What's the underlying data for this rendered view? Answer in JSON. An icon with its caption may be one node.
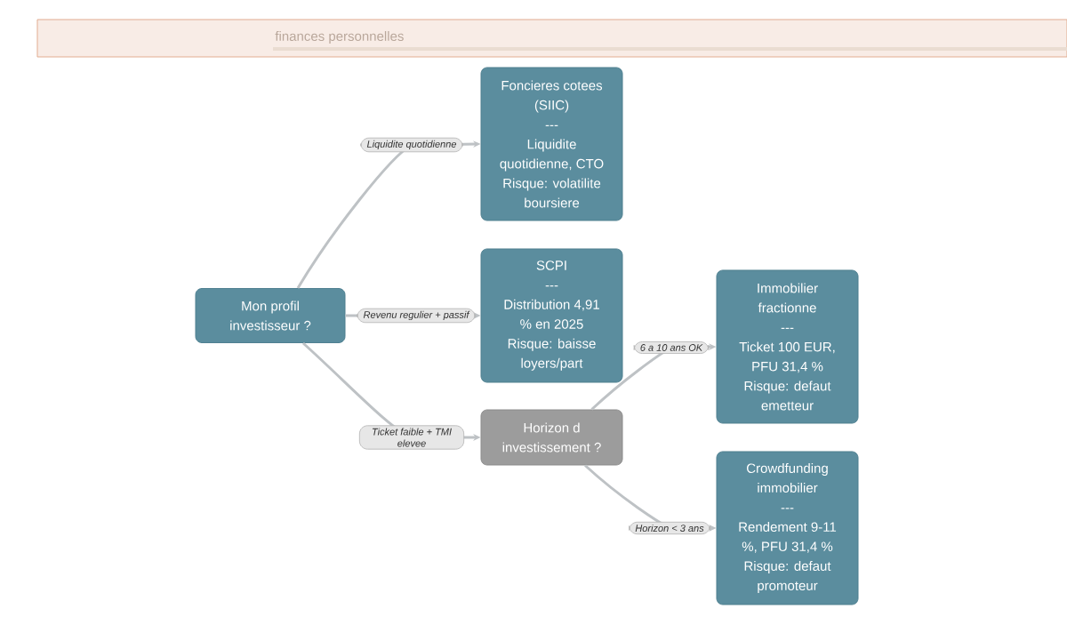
{
  "diagram": {
    "nodes": [
      {
        "text": [
          "Mon profil investisseur ?"
        ]
      },
      {
        "text": [
          "Foncieres cotees (SIIC)",
          "---",
          "Liquidite quotidienne, CTO",
          "Risque: volatilite boursiere"
        ]
      },
      {
        "text": [
          "SCPI",
          "---",
          "Distribution 4,91 % en 2025",
          "Risque: baisse loyers/part"
        ]
      },
      {
        "text": [
          "Horizon d investissement ?"
        ]
      },
      {
        "text": [
          "Immobilier fractionne",
          "---",
          "Ticket 100 EUR, PFU 31,4 %",
          "Risque: defaut emetteur"
        ]
      },
      {
        "text": [
          "Crowdfunding immobilier",
          "---",
          "Rendement 9-11 %, PFU 31,4 %",
          "Risque: defaut promoteur"
        ]
      }
    ],
    "edges": [
      {
        "from": 0,
        "to": 1,
        "arrow": "to",
        "label": "Liquidite quotidienne"
      },
      {
        "from": 0,
        "to": 2,
        "arrow": "to",
        "label": "Revenu regulier + passif"
      },
      {
        "from": 0,
        "to": 3,
        "arrow": "to",
        "label": "Ticket faible + TMI elevee"
      },
      {
        "from": 3,
        "to": 4,
        "arrow": "to",
        "label": "6 a 10 ans OK"
      },
      {
        "from": 3,
        "to": 5,
        "arrow": "to",
        "label": "Horizon < 3 ans"
      }
    ],
    "labels": [
      "finances personnelles"
    ]
  }
}
